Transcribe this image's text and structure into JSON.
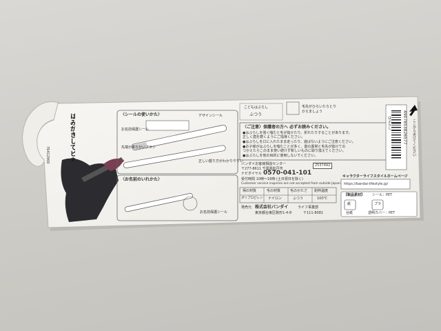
{
  "package": {
    "product_code": "76412900",
    "catch_copy": "はみがきしてピカピカの歯になろう！",
    "seal_section_title": "〈シールの使いかた〉",
    "name_section_title": "〈お名前のいれかた〉",
    "labels": {
      "design_seal": "デザインシール",
      "name_seal": "お名前保護シール",
      "soft_tip": "先端が柔らかいブラシ",
      "flat_grip": "正しい握り方がわかりやすい",
      "name_protect": "お名前保護シール"
    },
    "hardness_label": "こどもはぶらし",
    "hardness_value": "ふつう",
    "bristle_note": "毛先がひらいたらとりかえましょう",
    "caution_title": "〈ご注意〉保護者の方へ 必ずお読みください。",
    "caution_lines": [
      "●はぶらしを強く噛むと毛が抜けたり、折れたりすることがあります。",
      "正しく歯を磨くようにご指導ください。",
      "●はぶらしを口に入れたまま走ったり、遊ばないようにご注意ください。",
      "●お子様がはぶらしを噛むことが多く、歯の異常と毛先が抜けての",
      "つかえたらこのまま使い続けず新しいものに取り換えてください。",
      "●はぶらしを他の目的に使用しないでください。"
    ],
    "center_name": "バンダイお客様相談センター",
    "center_postal": "〒277-8611 千葉県松戸市",
    "phone_label": "ナビダイヤル",
    "phone": "0570-041-101",
    "code_box": "2537492",
    "hours": "受付時間 10時～16時 (土日祝日を除く)",
    "overseas": "Customer service inquiries are not accepted from outside Japan.",
    "table_headers": [
      "柄の材質",
      "毛の材質",
      "毛のかたさ",
      "耐熱温度"
    ],
    "table_values": [
      "ポリプロピレン",
      "ナイロン",
      "ふつう",
      "100℃"
    ],
    "seller_label": "発売元",
    "seller": "株式会社バンダイ",
    "seller_division": "ライフ事業部",
    "address": "東京都台東区駒形1-4-8",
    "postal": "〒111-8081",
    "website_label": "キャラクターライフスタイルホームページ",
    "website_url": "https://bandai-lifestyle.jp/",
    "recycle_title": "【製品素材】",
    "recycle_seal": "シール：PET",
    "recycle_paper": "紙",
    "recycle_plastic": "プラ",
    "recycle_board": "台紙",
    "recycle_cover": "透明カバー：PET",
    "barcode_digits": "4907853826577",
    "vertical_code": "はぶらし",
    "tear_note": "ここからあけてください"
  },
  "colors": {
    "card": "#f4f3ef",
    "ink": "#333333",
    "background": "#cfcdc8"
  }
}
